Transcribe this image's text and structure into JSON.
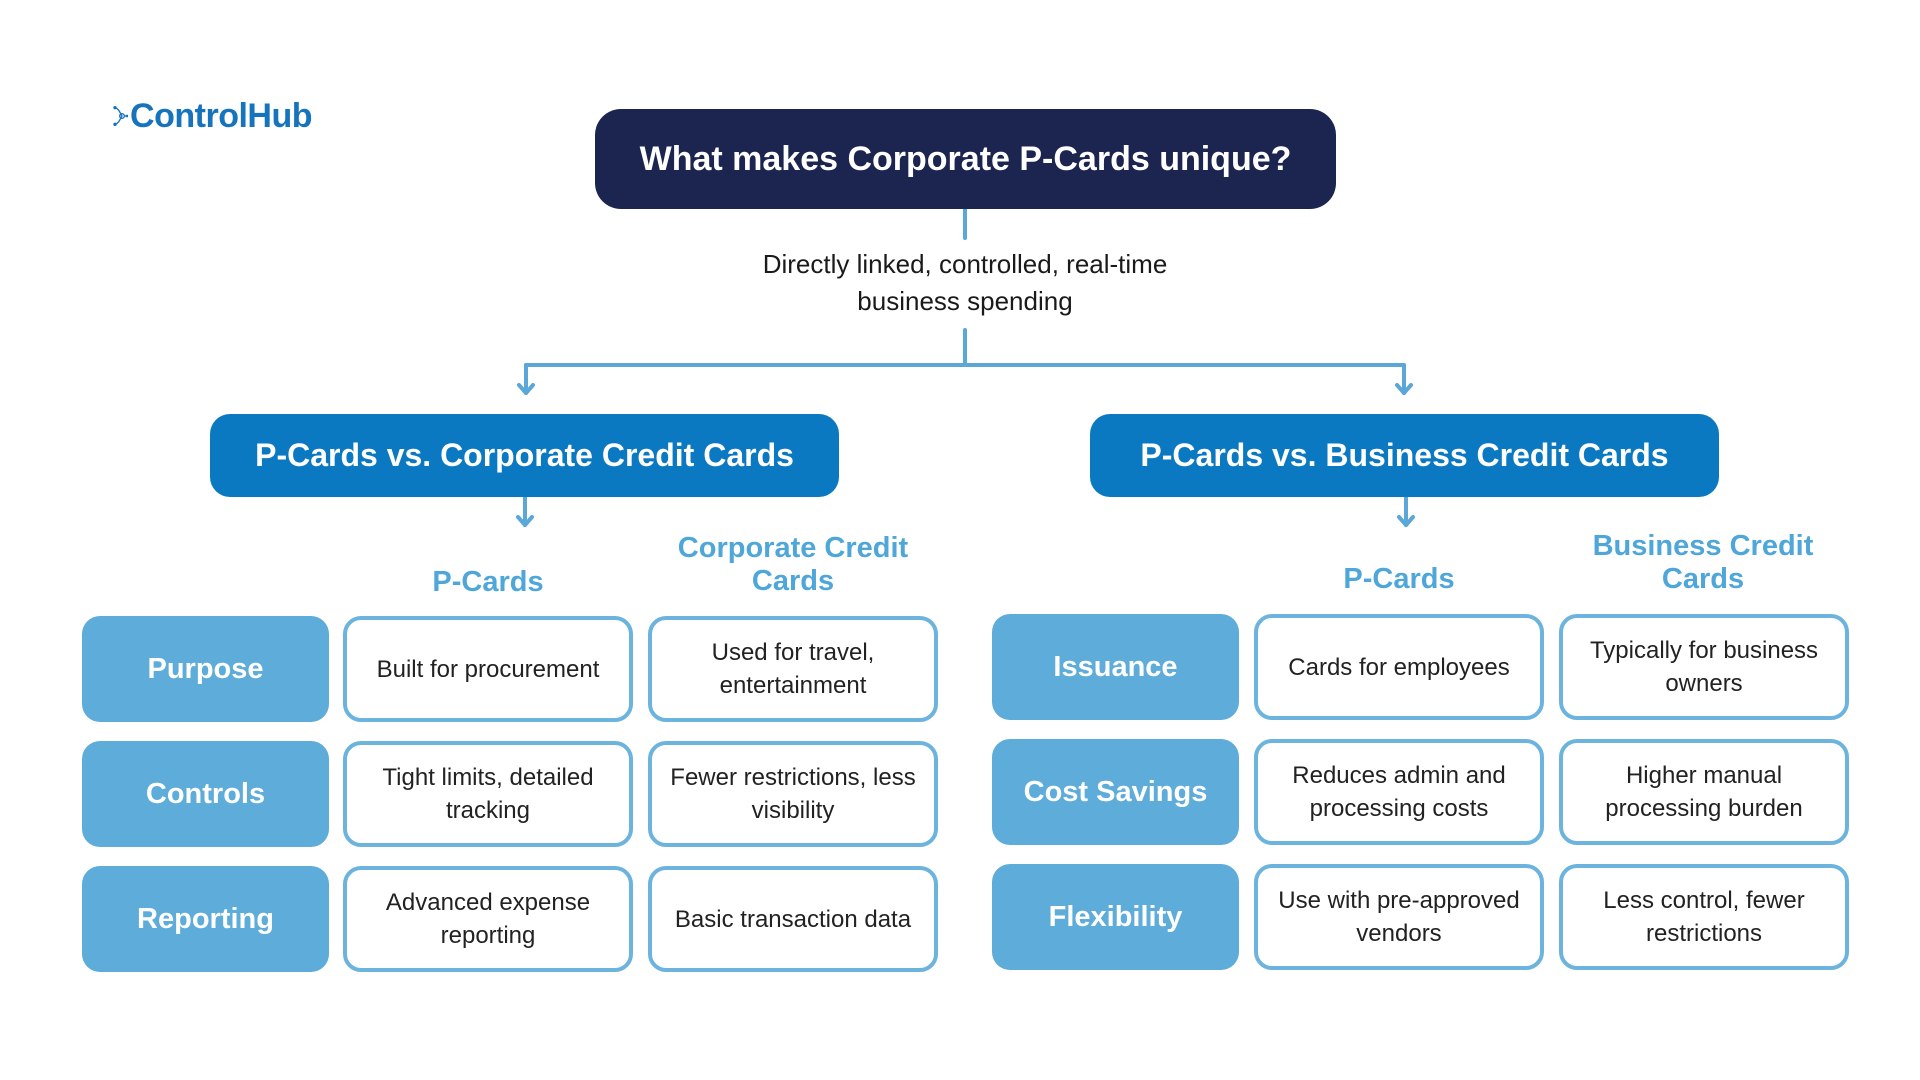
{
  "logo": {
    "text": "ControlHub"
  },
  "root": {
    "title": "What makes Corporate P-Cards unique?",
    "subtitle": "Directly linked, controlled, real-time business spending"
  },
  "colors": {
    "navy": "#1b2550",
    "blue": "#0b79c2",
    "light_blue": "#5eacd9",
    "cell_border": "#6cb4de",
    "column_header": "#4ea6d9",
    "connector": "#5aa7d8"
  },
  "left": {
    "title": "P-Cards vs. Corporate Credit Cards",
    "col1": "P-Cards",
    "col2": "Corporate Credit Cards",
    "rows": [
      {
        "label": "Purpose",
        "c1": "Built for procurement",
        "c2": "Used for travel, entertainment"
      },
      {
        "label": "Controls",
        "c1": "Tight limits, detailed tracking",
        "c2": "Fewer restrictions, less visibility"
      },
      {
        "label": "Reporting",
        "c1": "Advanced expense reporting",
        "c2": "Basic transaction data"
      }
    ]
  },
  "right": {
    "title": "P-Cards vs. Business Credit Cards",
    "col1": "P-Cards",
    "col2": "Business Credit Cards",
    "rows": [
      {
        "label": "Issuance",
        "c1": "Cards for employees",
        "c2": "Typically for business owners"
      },
      {
        "label": "Cost Savings",
        "c1": "Reduces admin and processing costs",
        "c2": "Higher manual processing burden"
      },
      {
        "label": "Flexibility",
        "c1": "Use with pre-approved vendors",
        "c2": "Less control, fewer restrictions"
      }
    ]
  }
}
